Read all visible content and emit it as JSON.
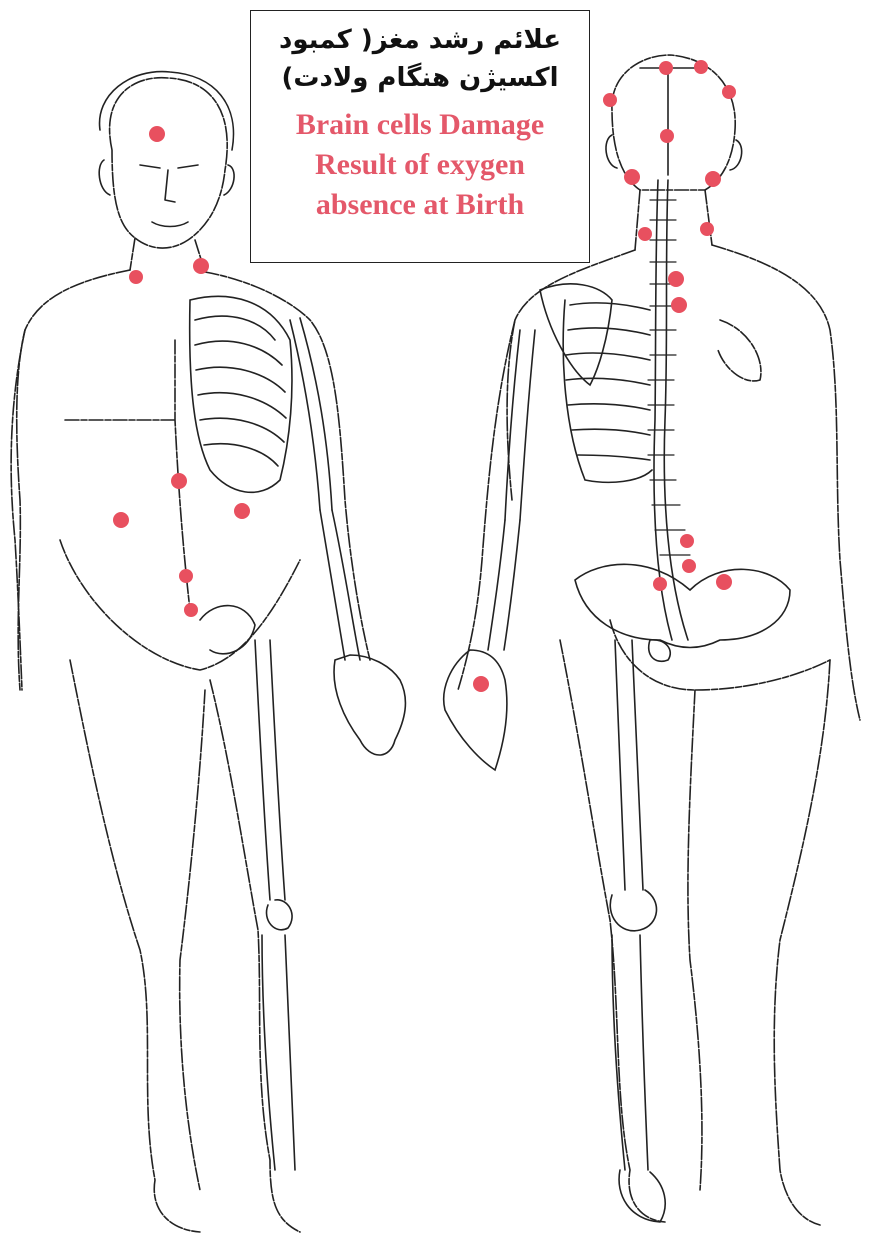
{
  "caption": {
    "persian_line1": "علائم رشد مغز( کمبود",
    "persian_line2": "اکسیژن هنگام ولادت)",
    "english_line1": "Brain cells Damage",
    "english_line2": "Result of exygen",
    "english_line3": "absence at Birth"
  },
  "colors": {
    "point": "#e8505f",
    "line": "#222222",
    "caption_english": "#e4586a"
  },
  "figures": [
    {
      "name": "front-body",
      "icon": "human-front-outline-icon"
    },
    {
      "name": "back-body",
      "icon": "human-back-skeleton-icon"
    }
  ]
}
